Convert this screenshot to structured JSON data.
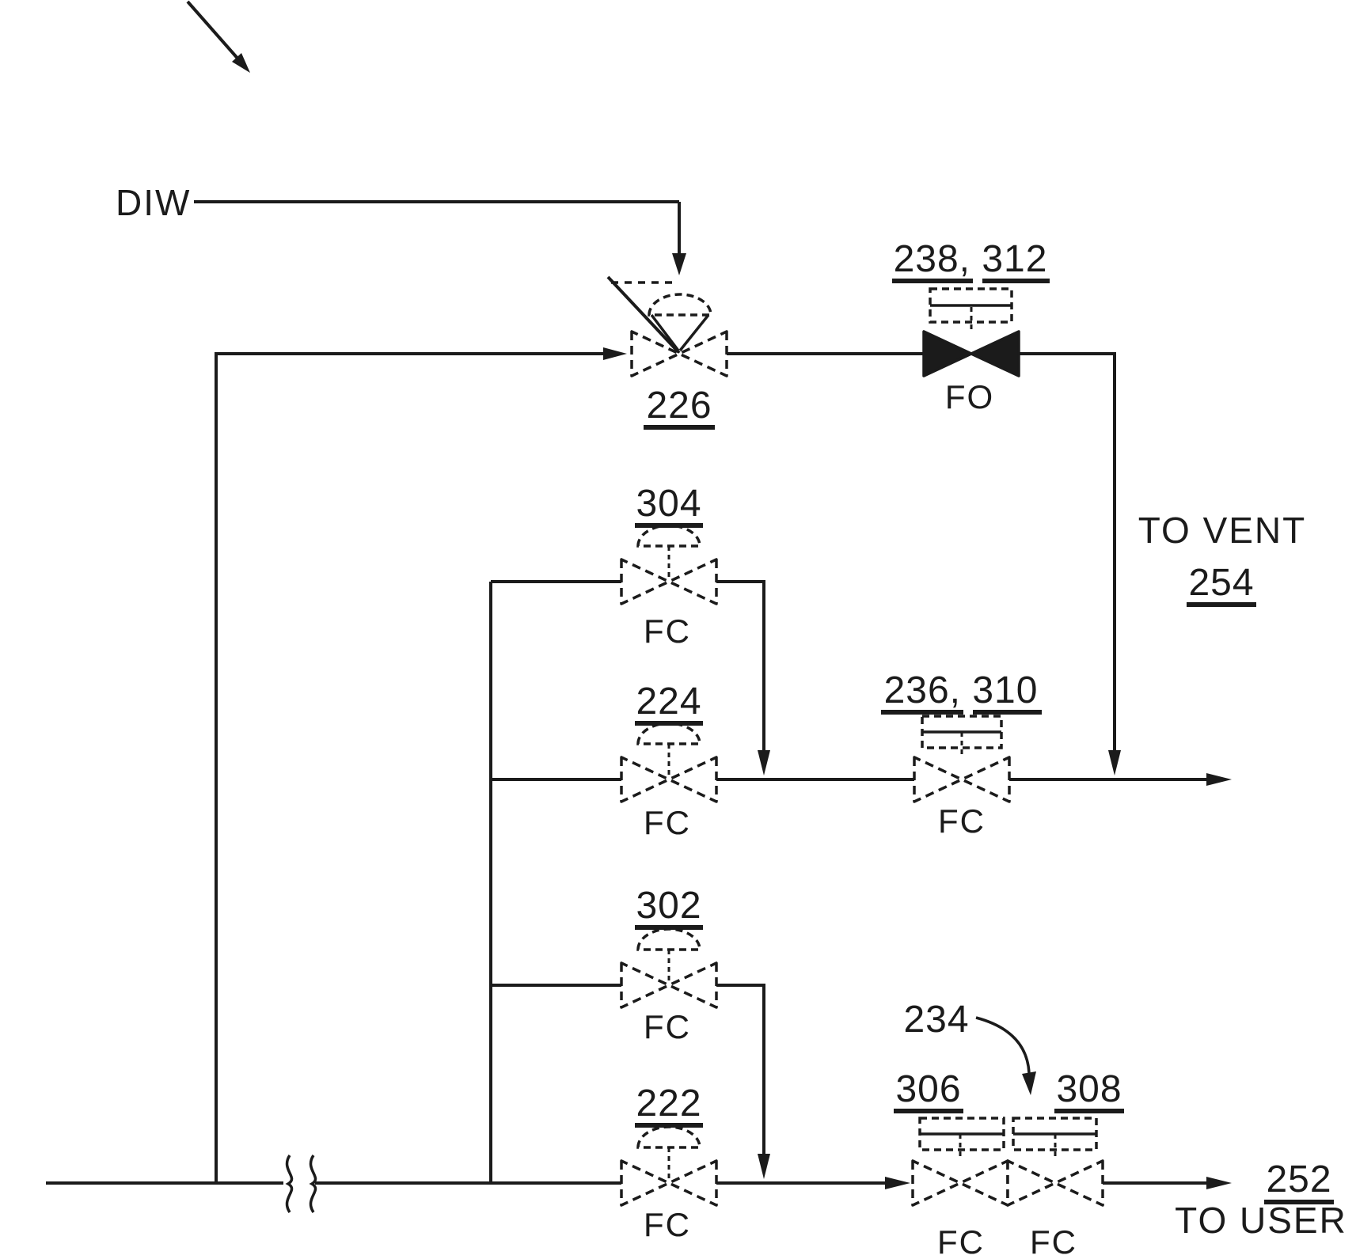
{
  "figure": {
    "background_color": "#ffffff",
    "ink_color": "#1b1b1b",
    "type": "patent piping and valve schematic"
  },
  "labels": {
    "source": "DIW",
    "vent": {
      "line1": "TO VENT",
      "ref": "254"
    },
    "user": {
      "ref": "252",
      "line1": "TO USER"
    },
    "assembly_ref": "234"
  },
  "valves": {
    "v226": {
      "ref": "226"
    },
    "v238_312": {
      "ref": "238, 312",
      "fail": "FO"
    },
    "v304": {
      "ref": "304",
      "fail": "FC"
    },
    "v224": {
      "ref": "224",
      "fail": "FC"
    },
    "v236_310": {
      "ref": "236, 310",
      "fail": "FC"
    },
    "v302": {
      "ref": "302",
      "fail": "FC"
    },
    "v222": {
      "ref": "222",
      "fail": "FC"
    },
    "v306": {
      "ref": "306",
      "fail": "FC"
    },
    "v308": {
      "ref": "308",
      "fail": "FC"
    }
  }
}
